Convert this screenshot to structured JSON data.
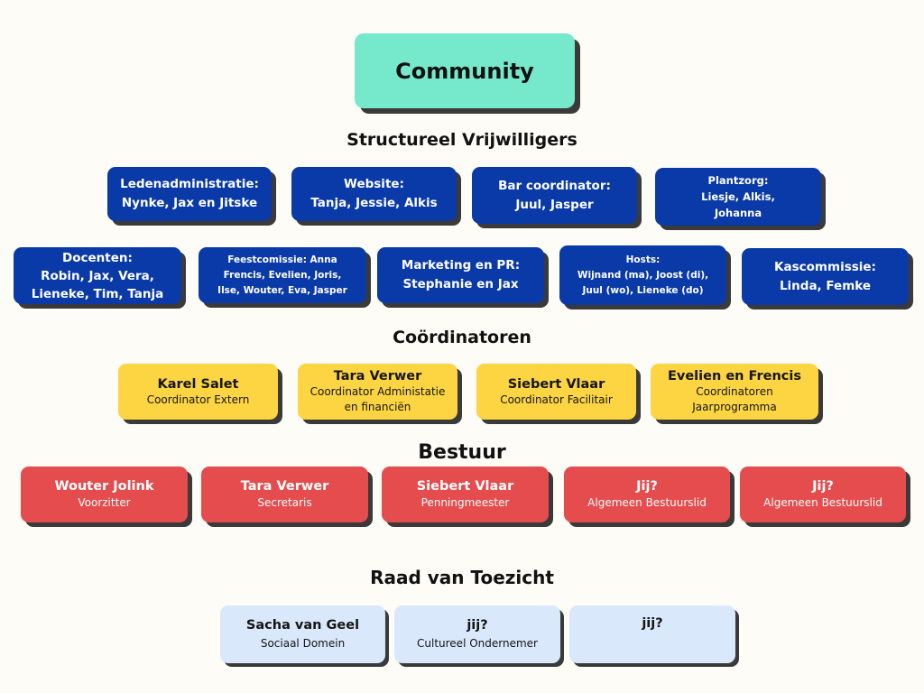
{
  "community": "Community",
  "headings": {
    "structureel": "Structureel Vrijwilligers",
    "coordinatoren": "Coördinatoren",
    "bestuur": "Bestuur",
    "raad": "Raad van Toezicht"
  },
  "vrijwilligers_row1": [
    {
      "text": "Ledenadministratie:\nNynke, Jax en Jitske"
    },
    {
      "text": "Website:\nTanja, Jessie, Alkis"
    },
    {
      "text": "Bar coordinator:\nJuul, Jasper"
    },
    {
      "text": "Plantzorg:\nLiesje, Alkis,\nJohanna"
    }
  ],
  "vrijwilligers_row2": [
    {
      "text": "Docenten:\nRobin, Jax, Vera,\nLieneke, Tim, Tanja"
    },
    {
      "text": "Feestcomissie: Anna\nFrencis, Evelien, Joris,\nIlse, Wouter, Eva, Jasper"
    },
    {
      "text": "Marketing en PR:\nStephanie en Jax"
    },
    {
      "text": "Hosts:\nWijnand (ma), Joost (di),\nJuul (wo),  Lieneke (do)"
    },
    {
      "text": "Kascommissie:\nLinda, Femke"
    }
  ],
  "coordinatoren": [
    {
      "name": "Karel Salet",
      "role": "Coordinator Extern"
    },
    {
      "name": "Tara Verwer",
      "role": "Coordinator Administatie\nen financiën"
    },
    {
      "name": "Siebert Vlaar",
      "role": "Coordinator Facilitair"
    },
    {
      "name": "Evelien en Frencis",
      "role": "Coordinatoren\nJaarprogramma"
    }
  ],
  "bestuur": [
    {
      "name": "Wouter Jolink",
      "role": "Voorzitter"
    },
    {
      "name": "Tara Verwer",
      "role": "Secretaris"
    },
    {
      "name": "Siebert Vlaar",
      "role": "Penningmeester"
    },
    {
      "name": "Jij?",
      "role": "Algemeen Bestuurslid"
    },
    {
      "name": "Jij?",
      "role": "Algemeen Bestuurslid"
    }
  ],
  "raad": [
    {
      "name": "Sacha van Geel",
      "role": "Sociaal Domein"
    },
    {
      "name": "jij?",
      "role": "Cultureel Ondernemer"
    },
    {
      "name": "jij?",
      "role": ""
    }
  ]
}
